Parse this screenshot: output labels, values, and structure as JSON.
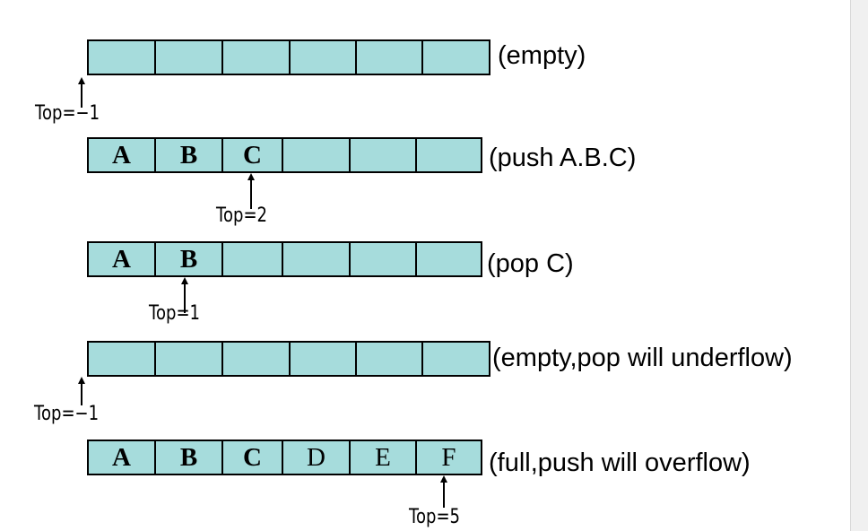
{
  "diagram": {
    "rows": [
      {
        "caption": "(empty)",
        "cells": [
          "",
          "",
          "",
          "",
          "",
          ""
        ],
        "bold": [
          false,
          false,
          false,
          false,
          false,
          false
        ],
        "top_label": "Top=−1"
      },
      {
        "caption": "(push A.B.C)",
        "cells": [
          "A",
          "B",
          "C",
          "",
          "",
          ""
        ],
        "bold": [
          true,
          true,
          true,
          false,
          false,
          false
        ],
        "top_label": "Top=2"
      },
      {
        "caption": "(pop C)",
        "cells": [
          "A",
          "B",
          "",
          "",
          "",
          ""
        ],
        "bold": [
          true,
          true,
          false,
          false,
          false,
          false
        ],
        "top_label": "Top=1"
      },
      {
        "caption": "(empty,pop will underflow)",
        "cells": [
          "",
          "",
          "",
          "",
          "",
          ""
        ],
        "bold": [
          false,
          false,
          false,
          false,
          false,
          false
        ],
        "top_label": "Top=−1"
      },
      {
        "caption": "(full,push will overflow)",
        "cells": [
          "A",
          "B",
          "C",
          "D",
          "E",
          "F"
        ],
        "bold": [
          true,
          true,
          true,
          false,
          false,
          false
        ],
        "top_label": "Top=5"
      }
    ],
    "colors": {
      "cell_fill": "#a6dcdc",
      "border": "#000000"
    }
  }
}
